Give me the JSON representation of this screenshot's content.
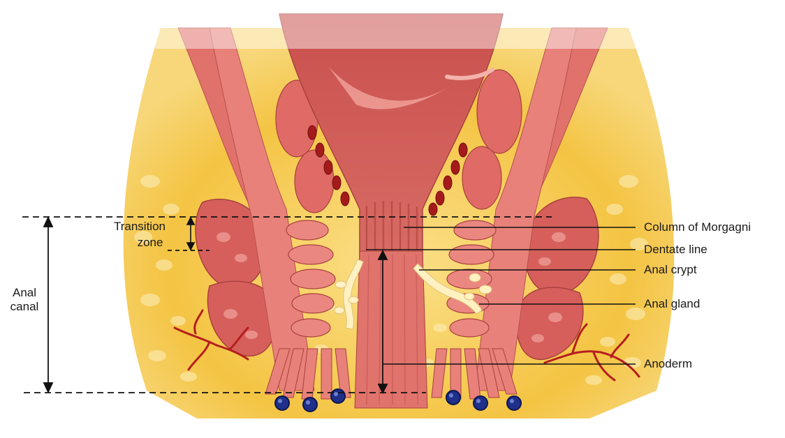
{
  "labels": {
    "column_of_morgagni": "Column of Morgagni",
    "dentate_line": "Dentate line",
    "anal_crypt": "Anal crypt",
    "anal_gland": "Anal gland",
    "anoderm": "Anoderm",
    "transition_zone_1": "Transition",
    "transition_zone_2": "zone",
    "anal_canal_1": "Anal",
    "anal_canal_2": "canal"
  },
  "colors": {
    "fat": "#f4c443",
    "fat_light": "#fbe18a",
    "muscle": "#e2706b",
    "muscle_dark": "#c9504d",
    "mucosa": "#d9625e",
    "vessel_red": "#b51e1e",
    "vein_blue": "#1f2f8a",
    "gland": "#fff3c4",
    "line": "#111111"
  }
}
